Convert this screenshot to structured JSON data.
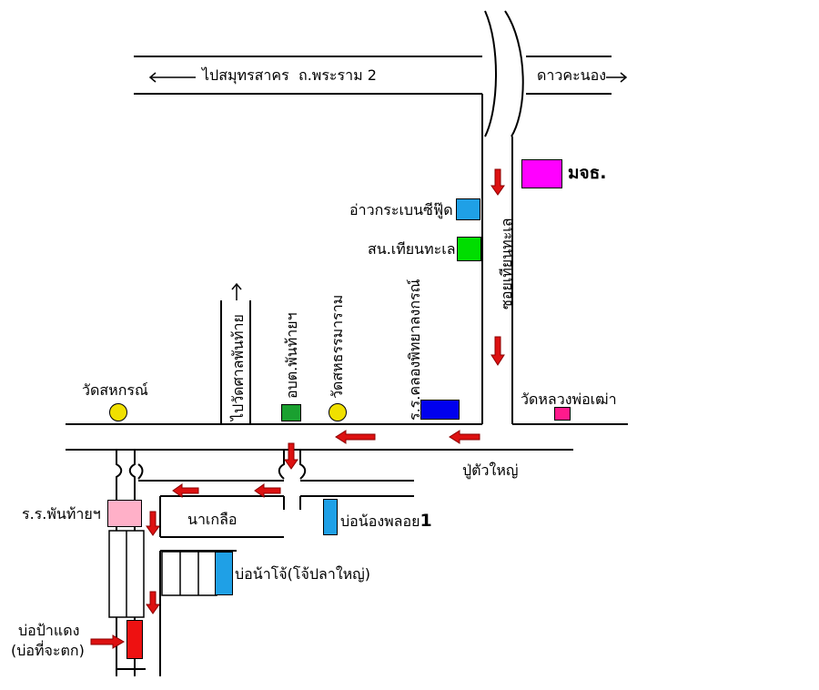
{
  "labels": {
    "to_samut_sakhon": "ไปสมุทรสาคร",
    "rama2": "ถ.พระราม 2",
    "dao_khanong": "ดาวคะนอง",
    "mjth": "มจธ.",
    "aow_krabern": "อ่าวกระเบนซีฟู๊ด",
    "son_thian": "สน.เทียนทะเล",
    "soi_thian": "ซอยเทียนทะเล",
    "wat_sahakorn": "วัดสหกรณ์",
    "to_wat_phanthai": "ไปวัดศาลพันท้าย",
    "obt_phanthai": "อบต.พันท้ายฯ",
    "wat_sahatham": "วัดสหธรรมาราม",
    "school_khlong": "ร.ร.คลองพิทยาลงกรณ์",
    "wat_luang_po": "วัดหลวงพ่อเฒ่า",
    "pu_tua_yai": "ปู่ตัวใหญ่",
    "school_phanthai": "ร.ร.พันท้ายฯ",
    "na_kluea": "นาเกลือ",
    "bo_nong_ploy": "บ่อน้องพลอย",
    "bo_nong_ploy_num": "1",
    "bo_nam_jo": "บ่อน้าโจ้(โจ้ปลาใหญ่)",
    "bo_pa_daeng": "บ่อป้าแดง",
    "bo_ti_ja_tok": "(บ่อที่จะตก)"
  },
  "colors": {
    "magenta": "#ff00ff",
    "sky": "#1fa0e6",
    "green": "#00dd00",
    "blue": "#0000ee",
    "dark_green": "#1aa030",
    "yellow": "#f0e000",
    "pink": "#ff1a8c",
    "light_pink": "#ffb0c8",
    "red": "#ee1111",
    "arrow_red": "#dd1111",
    "road": "#000000"
  }
}
